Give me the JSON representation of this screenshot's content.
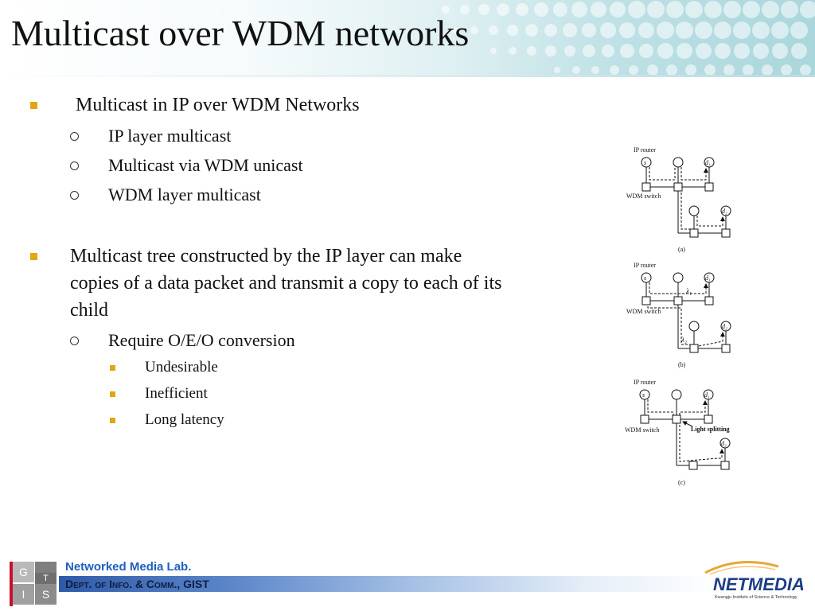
{
  "slide": {
    "title": "Multicast over WDM networks"
  },
  "content": {
    "bullet1": {
      "text": "Multicast in IP over WDM Networks",
      "sub": [
        "IP layer multicast",
        "Multicast via WDM unicast",
        "WDM layer multicast"
      ]
    },
    "bullet2": {
      "lines": [
        "Multicast tree constructed by the IP layer can make",
        "copies of a data packet and transmit a copy to each of its",
        "child"
      ],
      "sub": {
        "text": "Require O/E/O conversion",
        "items": [
          "Undesirable",
          "Inefficient",
          "Long latency"
        ]
      }
    }
  },
  "figure": {
    "ip_router": "IP router",
    "wdm_switch": "WDM switch",
    "light_splitting": "Light splitting",
    "lambda1": "λ₁",
    "lambda2": "λ₂",
    "captions": [
      "(a)",
      "(b)",
      "(c)"
    ],
    "nodes": {
      "s": "s",
      "d1": "d₁",
      "d2": "d₂"
    }
  },
  "footer": {
    "lab": "Networked Media Lab.",
    "dept": "Dept. of Info. & Comm., GIST",
    "gist_letters": [
      "G",
      "I",
      "S",
      "T"
    ],
    "netmedia_logo": "NETMEDIA",
    "netmedia_sub": "Kwangju Institute of Science & Technology"
  },
  "colors": {
    "bullet": "#e2a614",
    "lab_blue": "#1f5fbf",
    "footer_bar": "#2f5aa7"
  }
}
